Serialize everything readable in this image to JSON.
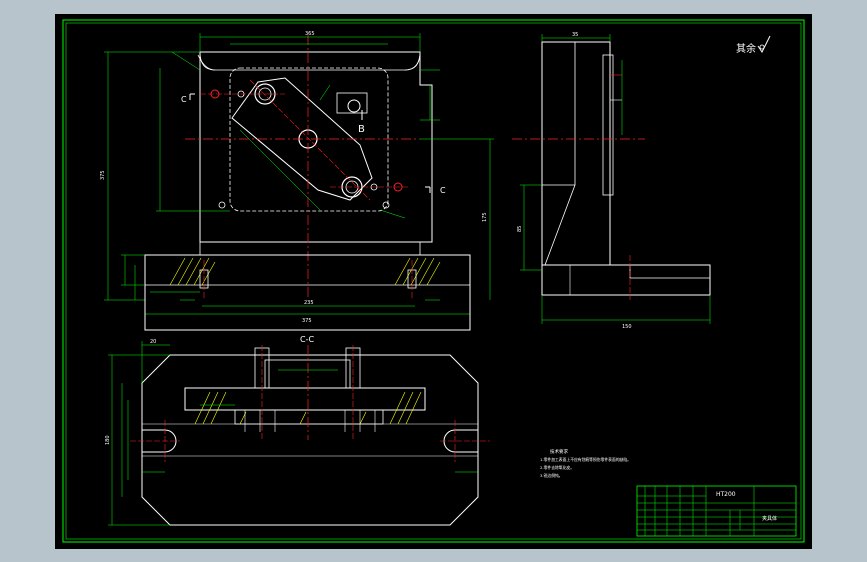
{
  "drawing": {
    "background": "#000000",
    "outline_color": "#ffffff",
    "dimension_color": "#00ff00",
    "centerline_color": "#ff2020",
    "hatch_color": "#ffff00",
    "border_color": "#00ff00"
  },
  "roughness_note": "其余",
  "section_labels": {
    "b_marker": "B",
    "c_left": "C",
    "c_right": "C",
    "cc_view": "C-C"
  },
  "tech_notes": {
    "title": "技术要求",
    "lines": [
      "1.零件加工表面上不应有划痕等损伤零件表面的缺陷。",
      "2.零件去除氧化皮。",
      "3.锐边倒钝。"
    ]
  },
  "title_block": {
    "material": "HT200",
    "drawing_name": "夹具体"
  },
  "dimensions": {
    "front_width_top": "365",
    "front_height_left": "375",
    "front_height_right": "175",
    "front_base_width": "375",
    "front_slot_width": "235",
    "side_top_width": "35",
    "side_base_width": "150",
    "side_height": "85",
    "bottom_width_left": "20",
    "bottom_height_left": "180"
  }
}
